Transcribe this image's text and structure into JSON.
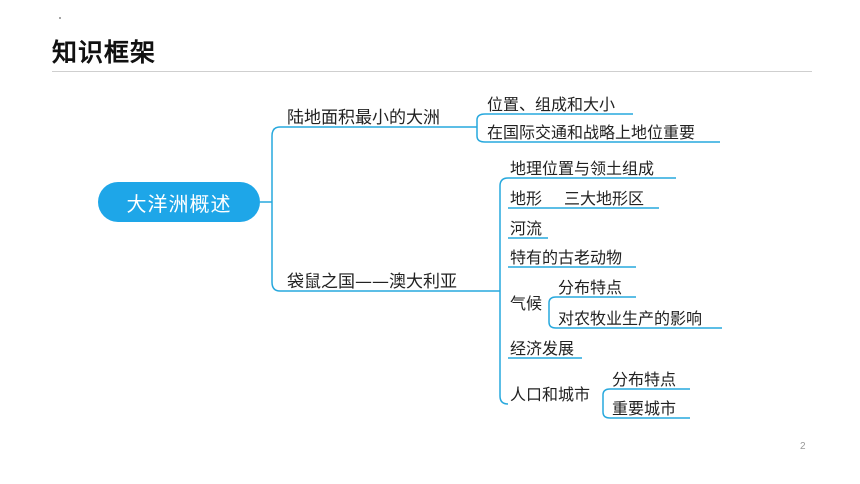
{
  "header": {
    "title": "知识框架"
  },
  "mindmap": {
    "root": "大洋洲概述",
    "branch1": {
      "label": "陆地面积最小的大洲",
      "children": [
        "位置、组成和大小",
        "在国际交通和战略上地位重要"
      ]
    },
    "branch2": {
      "label": "袋鼠之国——澳大利亚",
      "children": {
        "location": "地理位置与领土组成",
        "terrain": "地形",
        "terrain_detail": "三大地形区",
        "rivers": "河流",
        "animals": "特有的古老动物",
        "climate": "气候",
        "climate_children": [
          "分布特点",
          "对农牧业生产的影响"
        ],
        "economy": "经济发展",
        "population": "人口和城市",
        "population_children": [
          "分布特点",
          "重要城市"
        ]
      }
    }
  },
  "footer": {
    "page_number": "2"
  },
  "colors": {
    "accent": "#1ea6e8",
    "line": "#27a8dd"
  }
}
